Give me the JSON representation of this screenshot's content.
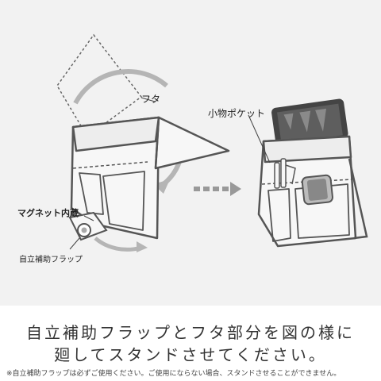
{
  "labels": {
    "futa": "フタ",
    "magnet": "マグネット内蔵",
    "flap": "自立補助フラップ",
    "pocket": "小物ポケット"
  },
  "caption": {
    "line1": "自立補助フラップとフタ部分を図の様に",
    "line2": "廻してスタンドさせてください。",
    "note": "※自立補助フラップは必ずご使用ください。ご使用にならない場合、スタンドさせることができません。"
  },
  "icons": {
    "rotate_arrow": "rotate-arrow-icon",
    "next_arrow": "dashed-right-arrow-icon"
  },
  "colors": {
    "line": "#555555",
    "arrow": "#a8a8a8",
    "tablet": "#444444"
  }
}
